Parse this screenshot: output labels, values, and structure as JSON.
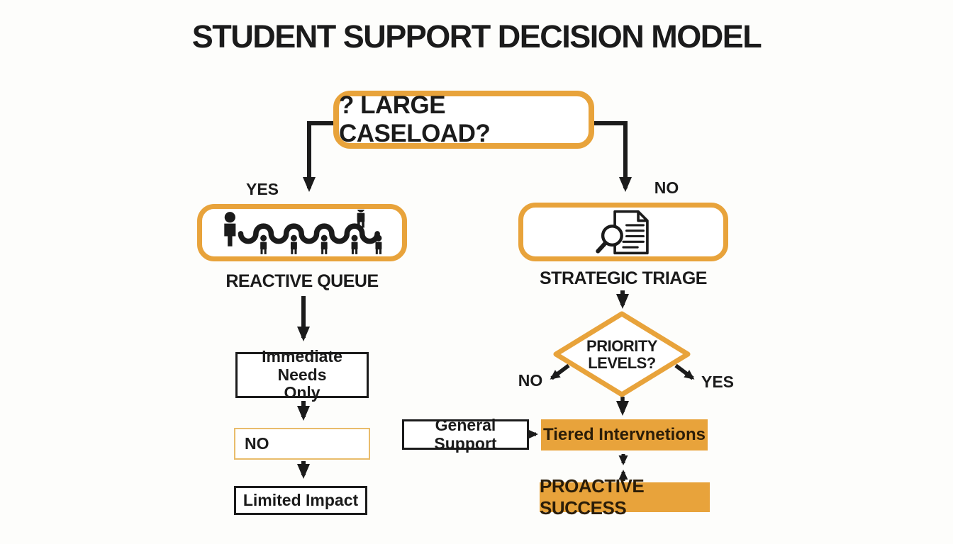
{
  "title": "STUDENT SUPPORT DECISION MODEL",
  "colors": {
    "accent": "#E8A33B",
    "accent_light": "#E9BC6B",
    "ink": "#1B1B1B",
    "text_on_accent": "#2B1D08",
    "background": "#FDFDFB"
  },
  "root": {
    "question": "? LARGE CASELOAD?"
  },
  "branches": {
    "yes_label": "YES",
    "no_label": "NO"
  },
  "left": {
    "icon": "queue-of-people-icon",
    "caption": "REACTIVE QUEUE",
    "steps": [
      {
        "label": "Immediate Needs Only"
      },
      {
        "label": "NO"
      },
      {
        "label": "Limited Impact"
      }
    ]
  },
  "right": {
    "icon": "document-search-icon",
    "caption": "STRATEGIC TRIAGE",
    "decision": {
      "question": "PRIORITY LEVELS?",
      "no_label": "NO",
      "yes_label": "YES"
    },
    "general_support_label": "General Support",
    "tiered_label": "Tiered Intervnetions",
    "outcome_label": "PROACTIVE SUCCESS"
  }
}
